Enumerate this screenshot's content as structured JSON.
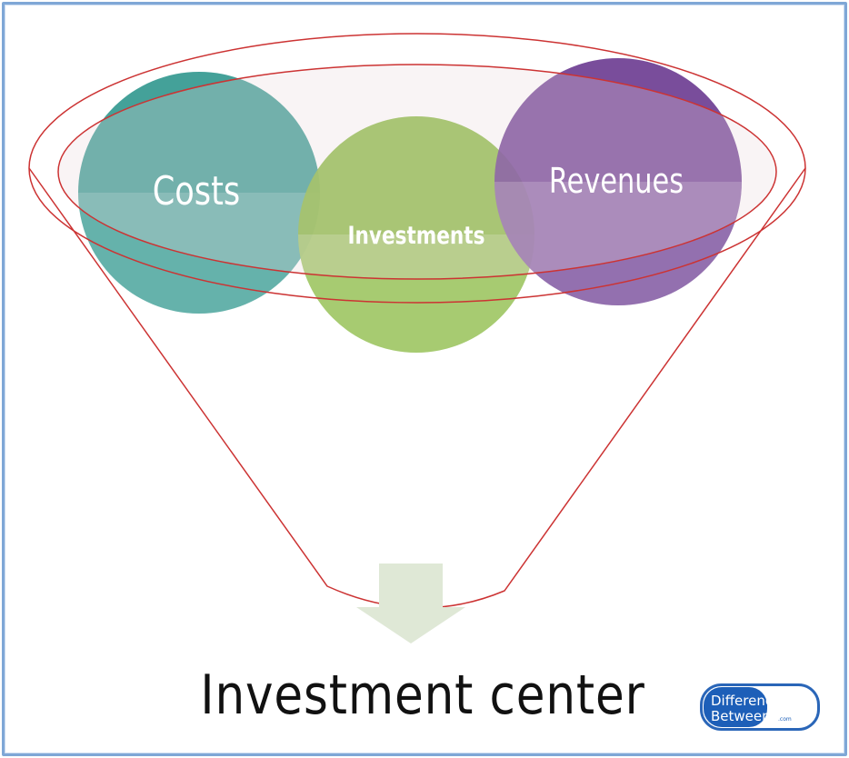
{
  "diagram": {
    "circles": [
      {
        "id": "costs",
        "label": "Costs",
        "color": "#3a9c94"
      },
      {
        "id": "investments",
        "label": "Investments",
        "color": "#8bbb45"
      },
      {
        "id": "revenues",
        "label": "Revenues",
        "color": "#6e3e93"
      }
    ],
    "funnel_color": "#cc3333",
    "arrow_color": "#dfe8d6",
    "title": "Investment center"
  },
  "logo": {
    "line1": "Difference",
    "line2": "Between",
    "suffix": ".com",
    "colors": {
      "primary": "#1d5fb8",
      "border": "#2a66b8"
    }
  }
}
